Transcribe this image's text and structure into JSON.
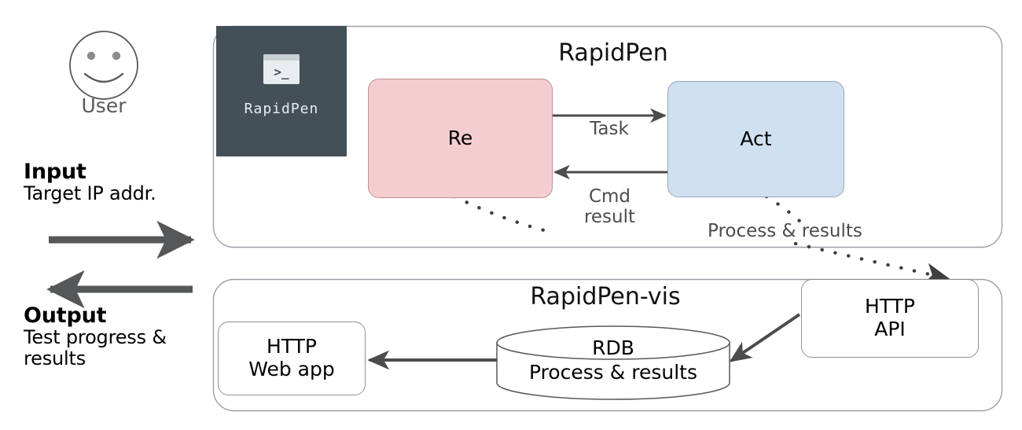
{
  "diagram": {
    "actor": {
      "icon": "smiley-face-icon",
      "label": "User"
    },
    "io": {
      "input": {
        "title": "Input",
        "detail": "Target IP addr.",
        "arrow": "arrow-right-thick"
      },
      "output": {
        "title": "Output",
        "detail_line1": "Test progress &",
        "detail_line2": "results",
        "arrow": "arrow-left-thick"
      }
    },
    "logo": {
      "name": "RapidPen",
      "prompt": ">_",
      "background": "#445058",
      "foreground": "#e9edef"
    },
    "containers": [
      {
        "id": "rapidpen",
        "title": "RapidPen"
      },
      {
        "id": "rapidpen-vis",
        "title": "RapidPen-vis"
      }
    ],
    "nodes": [
      {
        "id": "re",
        "label": "Re",
        "fill": "#f4cdd0"
      },
      {
        "id": "act",
        "label": "Act",
        "fill": "#cfe0f0"
      },
      {
        "id": "http-api",
        "line1": "HTTP",
        "line2": "API",
        "fill": "#ffffff"
      },
      {
        "id": "http-web-app",
        "line1": "HTTP",
        "line2": "Web app",
        "fill": "#ffffff"
      },
      {
        "id": "rdb",
        "line1": "RDB",
        "line2": "Process & results",
        "fill": "#ffffff"
      }
    ],
    "edges": [
      {
        "id": "re-to-act",
        "label": "Task",
        "style": "solid"
      },
      {
        "id": "act-to-re",
        "label_line1": "Cmd",
        "label_line2": "result",
        "style": "solid"
      },
      {
        "id": "agents-to-api",
        "label": "Process & results",
        "style": "dotted"
      },
      {
        "id": "api-to-rdb",
        "label": "",
        "style": "solid"
      },
      {
        "id": "rdb-to-webapp",
        "label": "",
        "style": "solid"
      }
    ],
    "colors": {
      "accent_dark": "#445058",
      "re_fill": "#f4cdd0",
      "act_fill": "#cfe0f0",
      "arrow": "#4c4c4c",
      "container_border": "#9aa0a6"
    }
  }
}
